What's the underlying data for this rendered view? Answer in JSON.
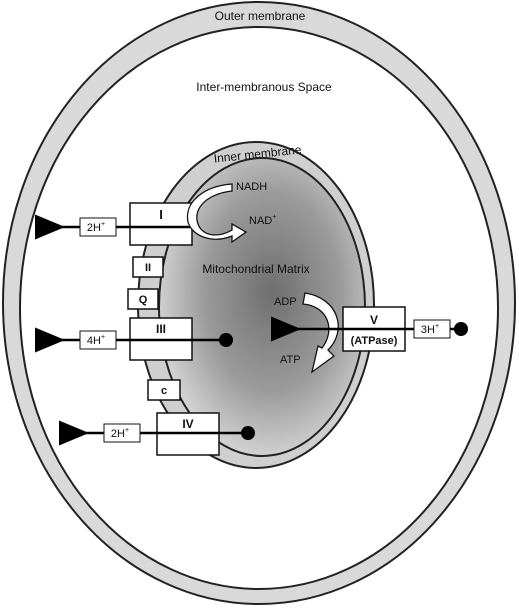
{
  "labels": {
    "outer_membrane": "Outer membrane",
    "intermembrane_space": "Inter-membranous Space",
    "inner_membrane": "Inner membrane",
    "matrix": "Mitochondrial Matrix"
  },
  "complexes": {
    "I": "I",
    "II": "II",
    "Q": "Q",
    "III": "III",
    "c": "c",
    "IV": "IV",
    "V": "V",
    "V_sub": "(ATPase)"
  },
  "protons": {
    "complex_I": {
      "count": "2H",
      "charge": "+"
    },
    "complex_III": {
      "count": "4H",
      "charge": "+"
    },
    "complex_IV": {
      "count": "2H",
      "charge": "+"
    },
    "complex_V": {
      "count": "3H",
      "charge": "+"
    }
  },
  "molecules": {
    "nadh": "NADH",
    "nad": "NAD",
    "nad_charge": "+",
    "adp": "ADP",
    "atp": "ATP"
  }
}
